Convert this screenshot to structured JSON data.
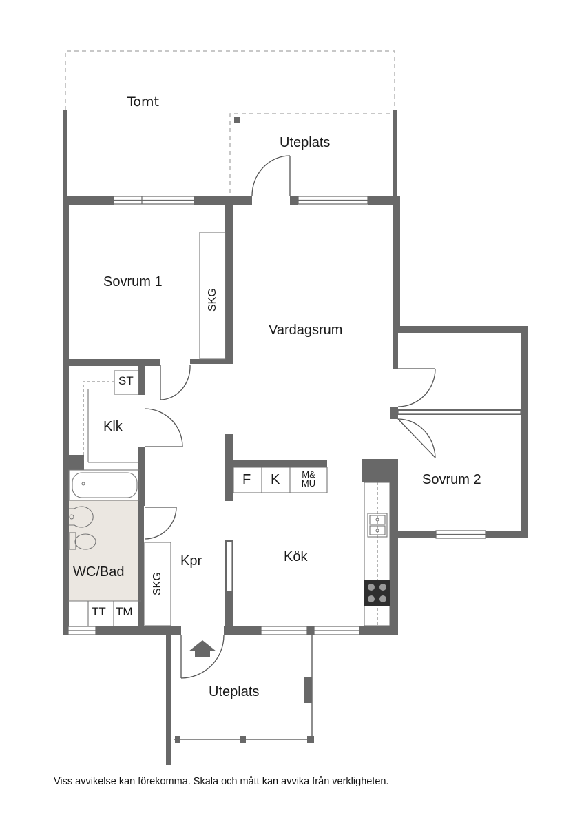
{
  "rooms": {
    "tomt": "Tomt",
    "uteplats_top": "Uteplats",
    "sovrum1": "Sovrum 1",
    "skg_top": "SKG",
    "vardagsrum": "Vardagsrum",
    "st": "ST",
    "klk": "Klk",
    "f": "F",
    "k": "K",
    "mmu": "M&\nMU",
    "sovrum2": "Sovrum 2",
    "wcbad": "WC/Bad",
    "skg_bottom": "SKG",
    "kpr": "Kpr",
    "kok": "Kök",
    "tt": "TT",
    "tm": "TM",
    "uteplats_bottom": "Uteplats"
  },
  "disclaimer": "Viss avvikelse kan förekomma. Skala och mått kan avvika från verkligheten.",
  "colors": {
    "wall": "#686868",
    "bath_floor": "#ebe7e1",
    "dashed": "#b5b5b5"
  }
}
